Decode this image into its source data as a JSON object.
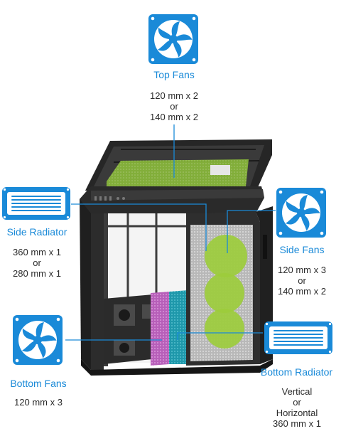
{
  "labels": {
    "top_fans": {
      "title": "Top Fans",
      "lines": [
        "120 mm x 2",
        "or",
        "140 mm x 2"
      ]
    },
    "side_radiator": {
      "title": "Side Radiator",
      "lines": [
        "360 mm x 1",
        "or",
        "280 mm x 1"
      ]
    },
    "side_fans": {
      "title": "Side Fans",
      "lines": [
        "120 mm x 3",
        "or",
        "140 mm x 2"
      ]
    },
    "bottom_fans": {
      "title": "Bottom Fans",
      "lines": [
        "120 mm x 3"
      ]
    },
    "bottom_radiator": {
      "title": "Bottom Radiator",
      "lines": [
        "Vertical",
        "or",
        "Horizontal",
        "360 mm x 1"
      ]
    }
  },
  "colors": {
    "accent": "#1a8ad8",
    "fan_zone": "#9ccc3c",
    "radiator_purple": "#c77ac9",
    "radiator_teal": "#2aa6b8",
    "case": "#2a2a2a"
  },
  "icons": {
    "fan": "fan-icon",
    "radiator": "radiator-icon"
  }
}
